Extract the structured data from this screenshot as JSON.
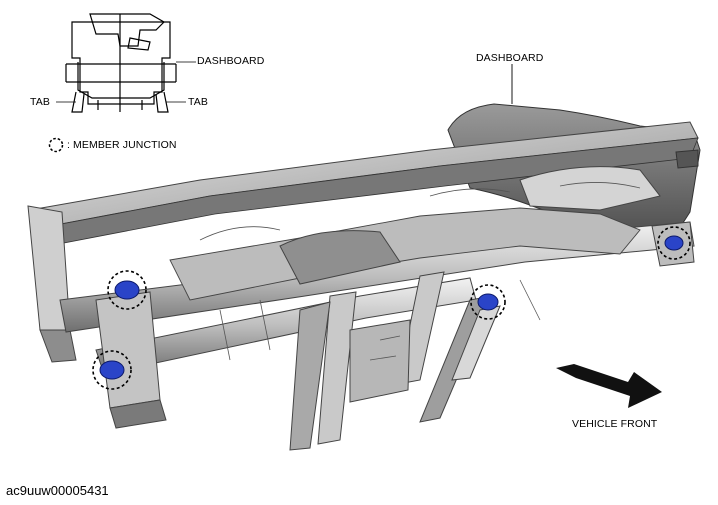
{
  "labels": {
    "dashboard_inset": "DASHBOARD",
    "tab_left": "TAB",
    "tab_right": "TAB",
    "legend_text": ": MEMBER JUNCTION",
    "dashboard_main": "DASHBOARD",
    "vehicle_front": "VEHICLE FRONT"
  },
  "figure_id": "ac9uuw00005431",
  "colors": {
    "junction_fill": "#2a44c8",
    "metal_light": "#d8d8d8",
    "metal_mid": "#a8a8a8",
    "metal_dark": "#5a5a5a",
    "arrow": "#111111"
  },
  "icons": {
    "legend": "dashed-circle-icon",
    "direction": "vehicle-front-arrow-icon"
  }
}
